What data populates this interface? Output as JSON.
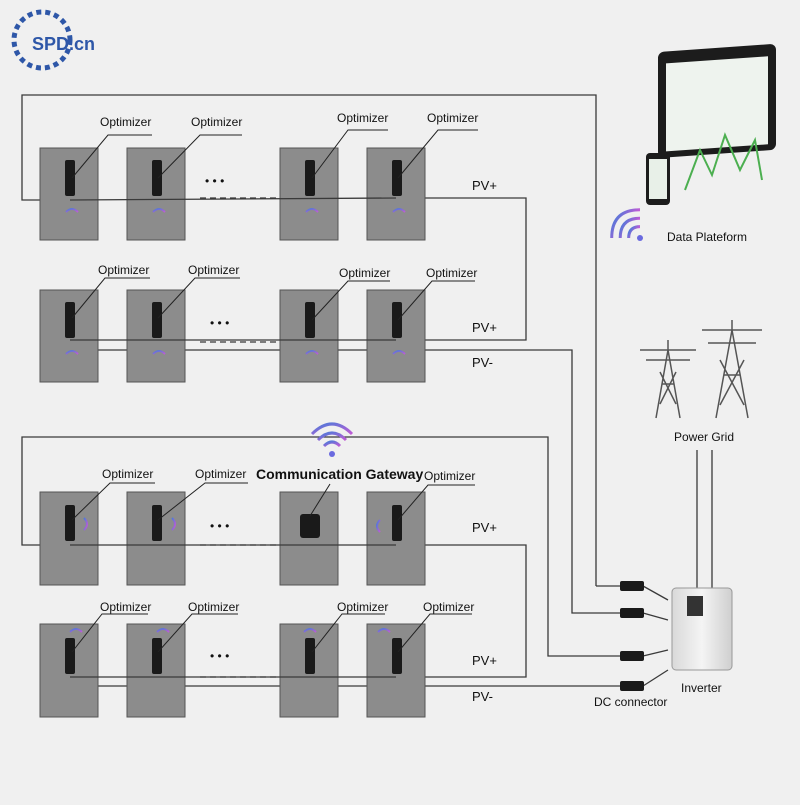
{
  "logo": {
    "text": "SPD.cn"
  },
  "panel_rows": [
    {
      "optimizer_labels": [
        "Optimizer",
        "Optimizer",
        "Optimizer",
        "Optimizer"
      ],
      "pv_labels": [
        "PV+"
      ]
    },
    {
      "optimizer_labels": [
        "Optimizer",
        "Optimizer",
        "Optimizer",
        "Optimizer"
      ],
      "pv_labels": [
        "PV+",
        "PV-"
      ]
    },
    {
      "optimizer_labels": [
        "Optimizer",
        "Optimizer",
        "Optimizer"
      ],
      "gateway_label": "Communication Gateway",
      "pv_labels": [
        "PV+"
      ]
    },
    {
      "optimizer_labels": [
        "Optimizer",
        "Optimizer",
        "Optimizer",
        "Optimizer"
      ],
      "pv_labels": [
        "PV+",
        "PV-"
      ]
    }
  ],
  "ellipsis": "• • •",
  "data_platform": {
    "label": "Data Plateform"
  },
  "power_grid": {
    "label": "Power Grid"
  },
  "inverter": {
    "label": "Inverter"
  },
  "dc_connector": {
    "label": "DC connector"
  },
  "colors": {
    "panel": "#8c8c8c",
    "wire": "#3a3a3a",
    "wifi_start": "#4a7bd8",
    "wifi_end": "#c25bd6",
    "logo_blue": "#2e57a8"
  }
}
